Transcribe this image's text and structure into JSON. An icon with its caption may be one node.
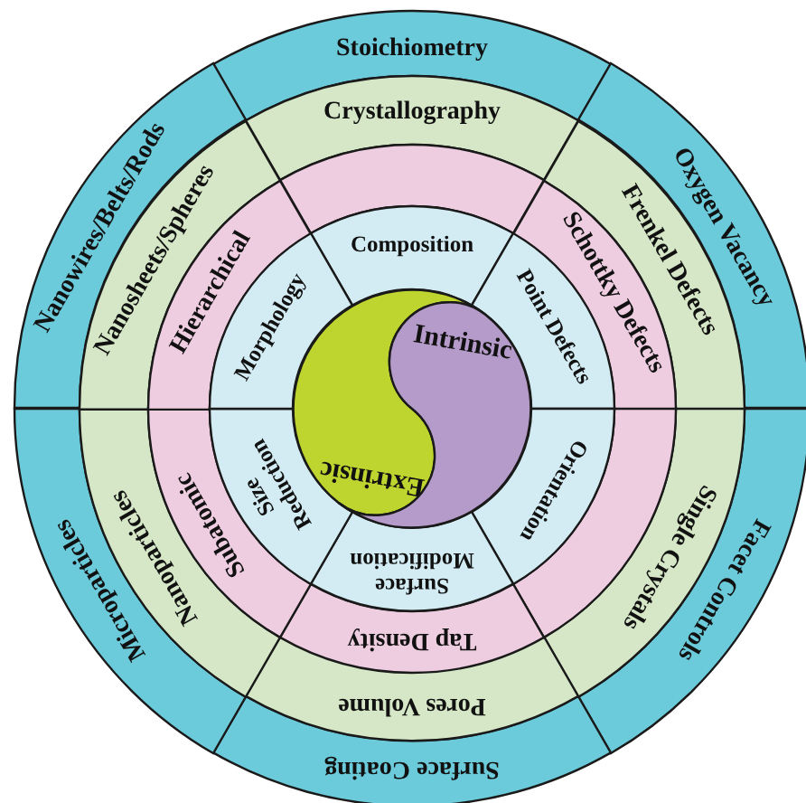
{
  "diagram": {
    "nodes": [
      {
        "text": [
          "Stoichiometry"
        ]
      },
      {
        "text": [
          "Oxygen Vacancy"
        ]
      },
      {
        "text": [
          "Facet Controls"
        ]
      },
      {
        "text": [
          "Surface Coating"
        ]
      },
      {
        "text": [
          "Microparticles"
        ]
      },
      {
        "text": [
          "Nanowires/Belts/Rods"
        ]
      },
      {
        "text": [
          "Crystallography"
        ]
      },
      {
        "text": [
          "Frenkel Defects"
        ]
      },
      {
        "text": [
          "Single Crystals"
        ]
      },
      {
        "text": [
          "Pores Volume"
        ]
      },
      {
        "text": [
          "Nanoparticles"
        ]
      },
      {
        "text": [
          "Nanosheets/Spheres"
        ]
      },
      {
        "text": [],
        "shape": "sector"
      },
      {
        "text": [
          "Schottky Defects"
        ]
      },
      {
        "text": [],
        "shape": "sector"
      },
      {
        "text": [
          "Tap Density"
        ]
      },
      {
        "text": [
          "Subatomic"
        ]
      },
      {
        "text": [
          "Hierarchical"
        ]
      },
      {
        "text": [
          "Composition"
        ]
      },
      {
        "text": [
          "Point Defects"
        ]
      },
      {
        "text": [
          "Orientation"
        ]
      },
      {
        "text": [
          "Surface Modification"
        ]
      },
      {
        "text": [
          "Size Reduction"
        ]
      },
      {
        "text": [
          "Morphology"
        ]
      },
      {
        "text": [
          "Intrinsic"
        ]
      },
      {
        "text": [
          "Extrinsic"
        ]
      }
    ]
  }
}
